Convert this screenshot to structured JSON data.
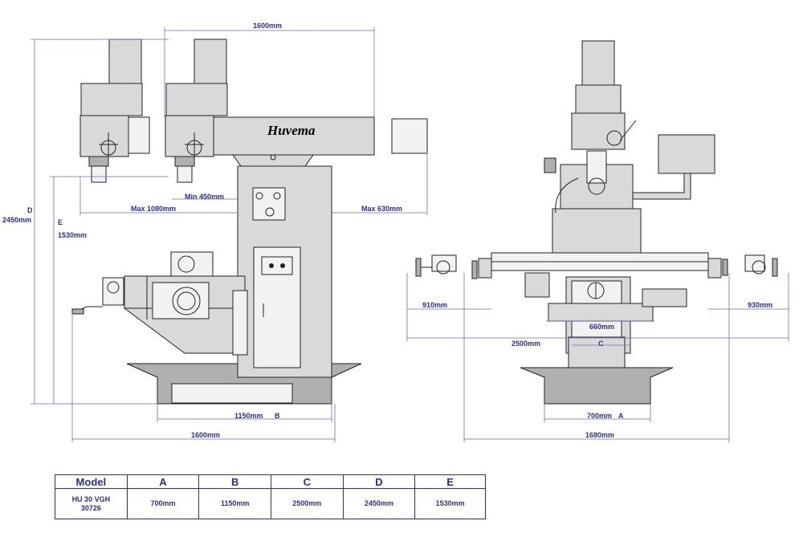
{
  "brand": "Huvema",
  "dimensions": {
    "top_width": "1600mm",
    "d_letter": "D",
    "d_value": "2450mm",
    "e_letter": "E",
    "e_value": "1530mm",
    "min_450": "Min 450mm",
    "max_1080": "Max 1080mm",
    "max_630": "Max 630mm",
    "b_value": "1150mm",
    "b_letter": "B",
    "bottom_left_width": "1600mm",
    "left_910": "910mm",
    "right_930": "930mm",
    "mid_660": "660mm",
    "c_value": "2500mm",
    "c_letter": "C",
    "a_value": "700mm",
    "a_letter": "A",
    "bottom_right_width": "1680mm"
  },
  "table": {
    "headers": [
      "Model",
      "A",
      "B",
      "C",
      "D",
      "E"
    ],
    "row": {
      "model_line1": "HU 30 VGH",
      "model_line2": "30726",
      "a": "700mm",
      "b": "1150mm",
      "c": "2500mm",
      "d": "2450mm",
      "e": "1530mm"
    }
  }
}
